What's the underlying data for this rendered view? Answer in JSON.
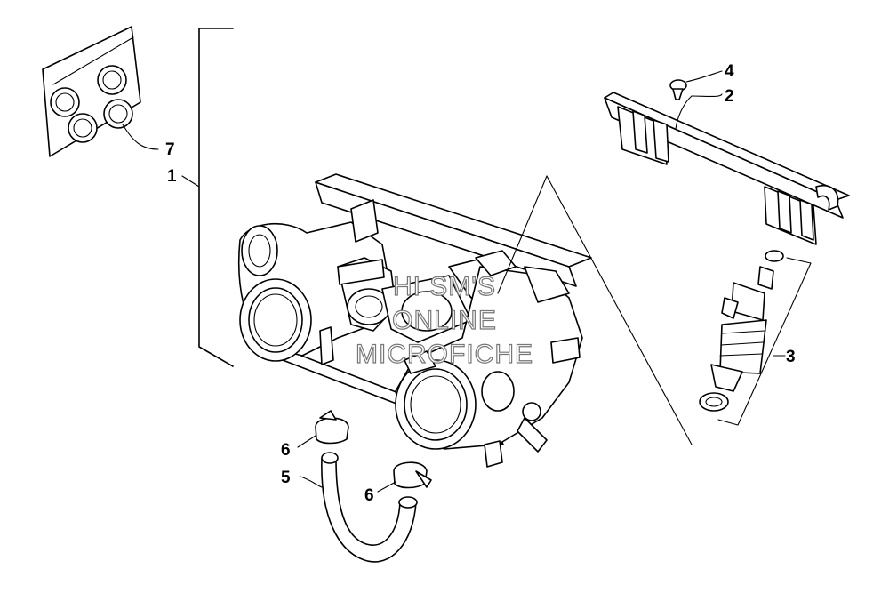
{
  "callouts": {
    "c1": "1",
    "c2": "2",
    "c3": "3",
    "c4": "4",
    "c5": "5",
    "c6a": "6",
    "c6b": "6",
    "c7": "7"
  },
  "watermark": {
    "line1": "HI SM'S",
    "line2": "ONLINE",
    "line3": "MICROFICHE"
  }
}
